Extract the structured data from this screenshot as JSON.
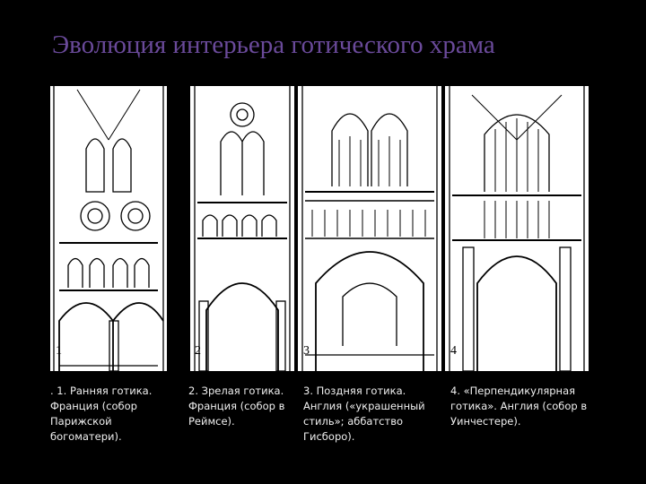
{
  "slide": {
    "title": "Эволюция интерьера готического храма"
  },
  "panels": [
    {
      "number": "1",
      "caption": ". 1. Ранняя готика. Франция (собор Парижской богоматери)."
    },
    {
      "number": "2",
      "caption": "2. Зрелая готика. Франция (собор в Реймсе)."
    },
    {
      "number": "3",
      "caption": "3. Поздняя готика. Англия («украшенный стиль»; аббатство Гисборо)."
    },
    {
      "number": "4",
      "caption": "4. «Перпендикулярная готика». Англия (собор в Уинчестере)."
    }
  ]
}
